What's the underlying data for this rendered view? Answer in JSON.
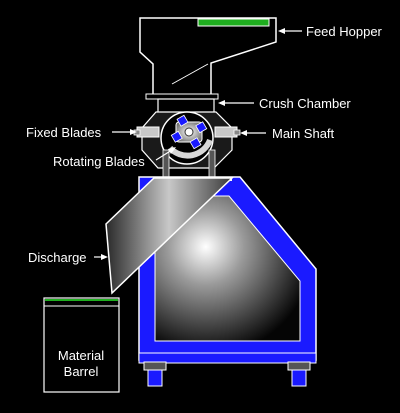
{
  "labels": {
    "feed_hopper": "Feed Hopper",
    "crush_chamber": "Crush Chamber",
    "fixed_blades": "Fixed Blades",
    "main_shaft": "Main Shaft",
    "rotating_blades": "Rotating Blades",
    "discharge": "Discharge",
    "material_barrel_line1": "Material",
    "material_barrel_line2": "Barrel"
  },
  "colors": {
    "background": "#000000",
    "outline": "#ffffff",
    "frame_blue": "#1a1aff",
    "accent_green": "#1fae1f",
    "steel_light": "#e8e8e8",
    "steel_dark": "#3a3a3a"
  }
}
